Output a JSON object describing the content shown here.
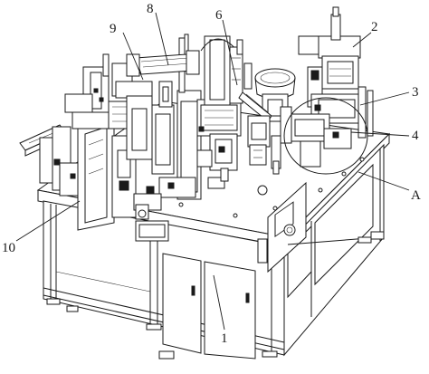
{
  "figure": {
    "labels": [
      "1",
      "2",
      "3",
      "4",
      "6",
      "8",
      "9",
      "10",
      "A"
    ]
  }
}
